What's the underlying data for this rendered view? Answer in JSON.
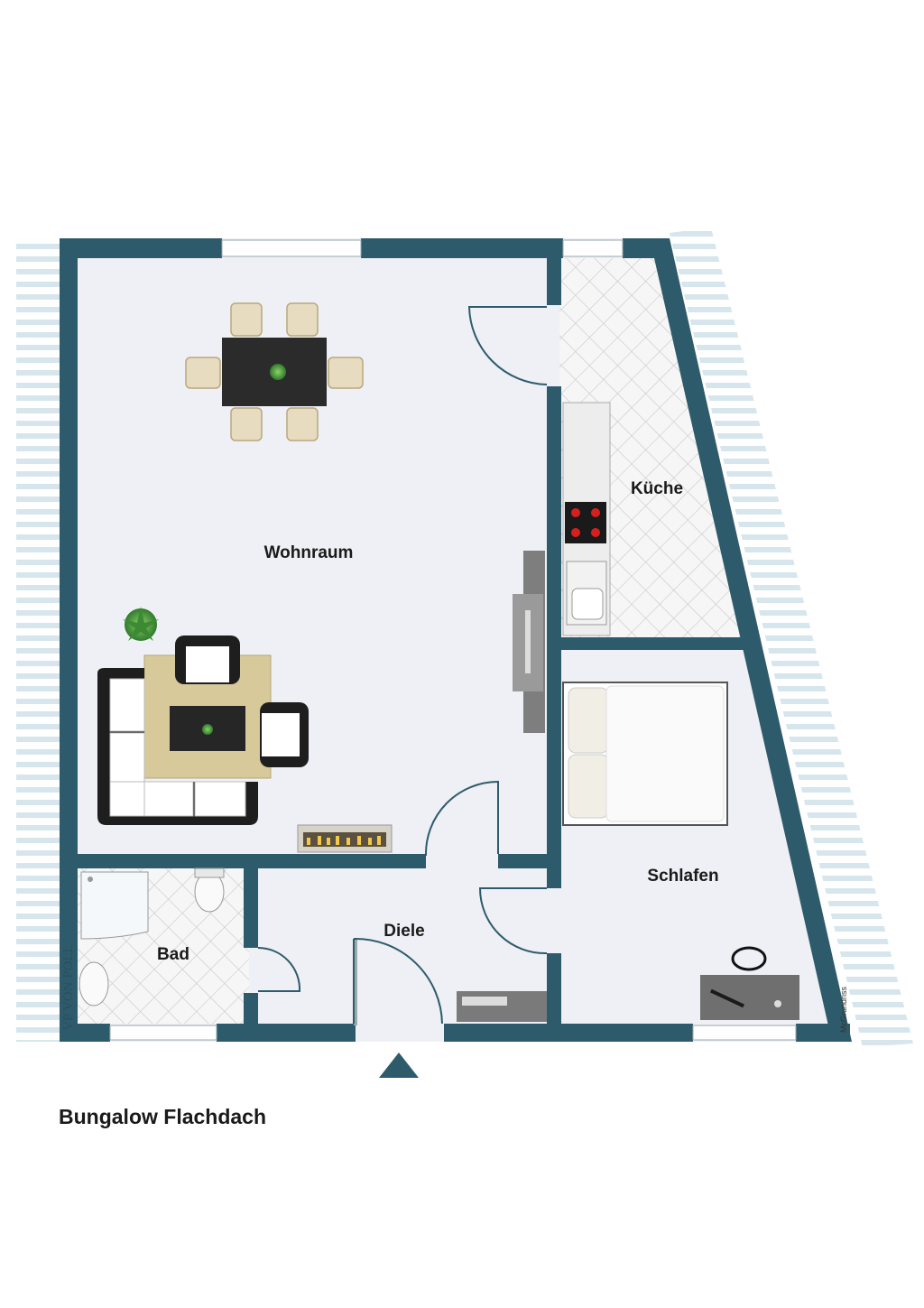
{
  "title": "Bungalow Flachdach",
  "rooms": {
    "wohnraum": "Wohnraum",
    "kueche": "Küche",
    "schlafen": "Schlafen",
    "diele": "Diele",
    "bad": "Bad"
  },
  "logo_text": "VP VON POLL",
  "credit": "McGrundriss",
  "colors": {
    "wall": "#2e5b6b",
    "floor": "#eef0f5",
    "tile": "#f3f3f3",
    "stripe": "#cfe3ea"
  },
  "icons": {
    "entrance": "entrance-arrow-icon"
  }
}
